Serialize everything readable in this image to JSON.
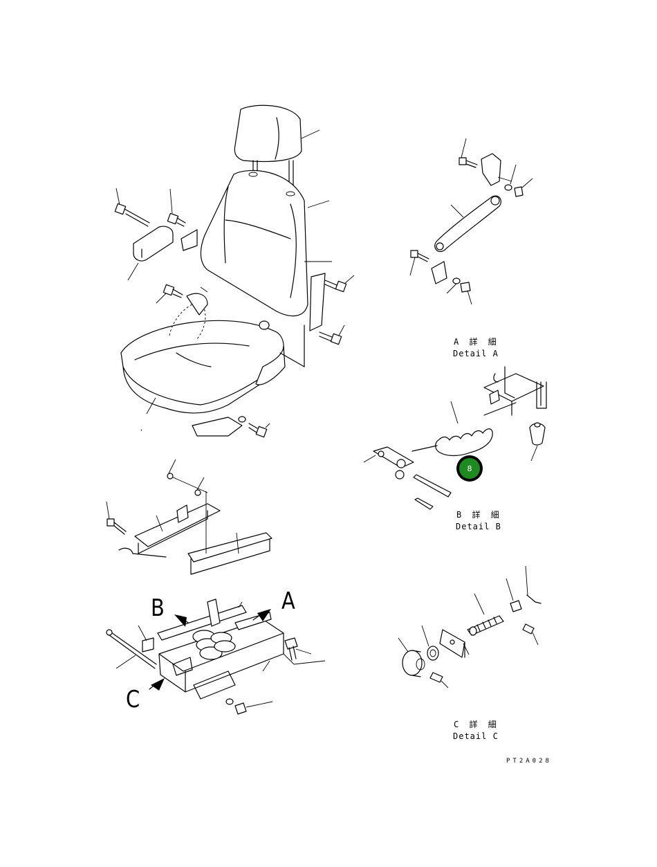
{
  "sheet": {
    "drawing_code": "PT2A028"
  },
  "view_letters": {
    "a": "A",
    "b": "B",
    "c": "C"
  },
  "details": {
    "a": {
      "jp": "A 詳 細",
      "en": "Detail A"
    },
    "b": {
      "jp": "B 詳 細",
      "en": "Detail B"
    },
    "c": {
      "jp": "C 詳 細",
      "en": "Detail C"
    }
  },
  "marker": {
    "text": "8",
    "color": "#1f8a1f"
  }
}
